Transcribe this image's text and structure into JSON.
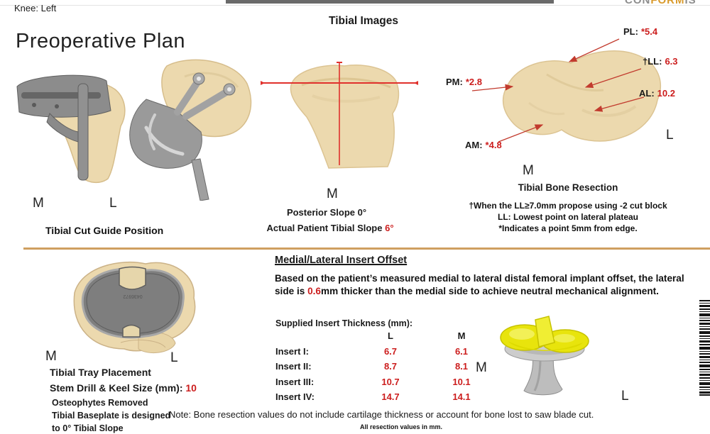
{
  "header": {
    "knee_label": "Knee: Left",
    "title": "Preoperative Plan",
    "logo": {
      "part1": "CON",
      "part2": "FORM",
      "part3": "IS"
    }
  },
  "top": {
    "heading": "Tibial Images",
    "cut_guide": {
      "m_label": "M",
      "l_label": "L",
      "caption": "Tibial Cut Guide Position"
    },
    "slope_view": {
      "m_label": "M",
      "posterior_slope": "Posterior Slope 0°",
      "actual_slope_prefix": "Actual Patient Tibial Slope ",
      "actual_slope_value": "6°"
    },
    "resection_view": {
      "measurements": [
        {
          "label": "PL:",
          "value": "*5.4"
        },
        {
          "label": "†LL:",
          "value": "6.3"
        },
        {
          "label": "AL:",
          "value": "10.2"
        },
        {
          "label": "PM:",
          "value": "*2.8"
        },
        {
          "label": "AM:",
          "value": "*4.8"
        }
      ],
      "l_label": "L",
      "m_label": "M",
      "caption": "Tibial Bone Resection",
      "footnotes": [
        "†When the LL≥7.0mm propose using -2 cut block",
        "LL: Lowest point on lateral plateau",
        "*Indicates a point 5mm from edge."
      ]
    }
  },
  "bottom": {
    "tray": {
      "m_label": "M",
      "l_label": "L",
      "engraving": "0436972",
      "caption": "Tibial Tray Placement",
      "stem_label": "Stem Drill & Keel Size (mm): ",
      "stem_value": "10",
      "notes": [
        "Osteophytes Removed",
        "Tibial Baseplate is designed",
        "to 0° Tibial Slope"
      ]
    },
    "insert_offset": {
      "heading": "Medial/Lateral Insert Offset",
      "body_part1": "Based on the patient’s measured medial to lateral distal femoral implant offset, the lateral side is ",
      "body_value": "0.6",
      "body_part2": "mm thicker than the medial side to achieve neutral mechanical alignment.",
      "table_title": "Supplied Insert Thickness (mm):",
      "col_l": "L",
      "col_m": "M",
      "rows": [
        {
          "label": "Insert I:",
          "l": "6.7",
          "m": "6.1"
        },
        {
          "label": "Insert II:",
          "l": "8.7",
          "m": "8.1"
        },
        {
          "label": "Insert III:",
          "l": "10.7",
          "m": "10.1"
        },
        {
          "label": "Insert IV:",
          "l": "14.7",
          "m": "14.1"
        }
      ]
    },
    "insert_view": {
      "m_label": "M",
      "l_label": "L"
    },
    "note": "Note: Bone resection values do not include cartilage thickness or account for bone lost to saw blade cut.",
    "sub_note": "All resection values in mm."
  },
  "colors": {
    "accent_red": "#cc1d1d",
    "divider_orange": "#cf9f60",
    "bone_tan": "#ecd9ae",
    "implant_gray": "#8f8f8f",
    "insert_yellow": "#e8e40c"
  }
}
